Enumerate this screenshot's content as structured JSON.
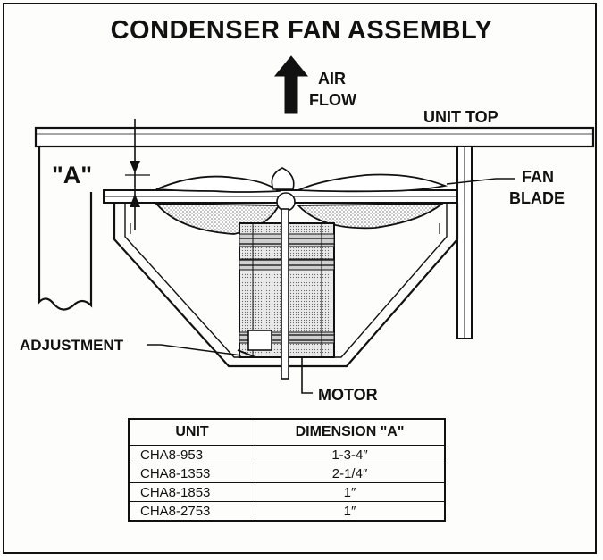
{
  "title": "CONDENSER FAN ASSEMBLY",
  "labels": {
    "air": "AIR",
    "flow": "FLOW",
    "unit_top": "UNIT TOP",
    "dimension_a": "\"A\"",
    "fan": "FAN",
    "blade": "BLADE",
    "adjustment": "ADJUSTMENT",
    "motor": "MOTOR"
  },
  "table": {
    "headers": [
      "UNIT",
      "DIMENSION \"A\""
    ],
    "rows": [
      {
        "unit": "CHA8-953",
        "dimension": "1-3-4″"
      },
      {
        "unit": "CHA8-1353",
        "dimension": "2-1/4″"
      },
      {
        "unit": "CHA8-1853",
        "dimension": "1″"
      },
      {
        "unit": "CHA8-2753",
        "dimension": "1″"
      }
    ]
  }
}
